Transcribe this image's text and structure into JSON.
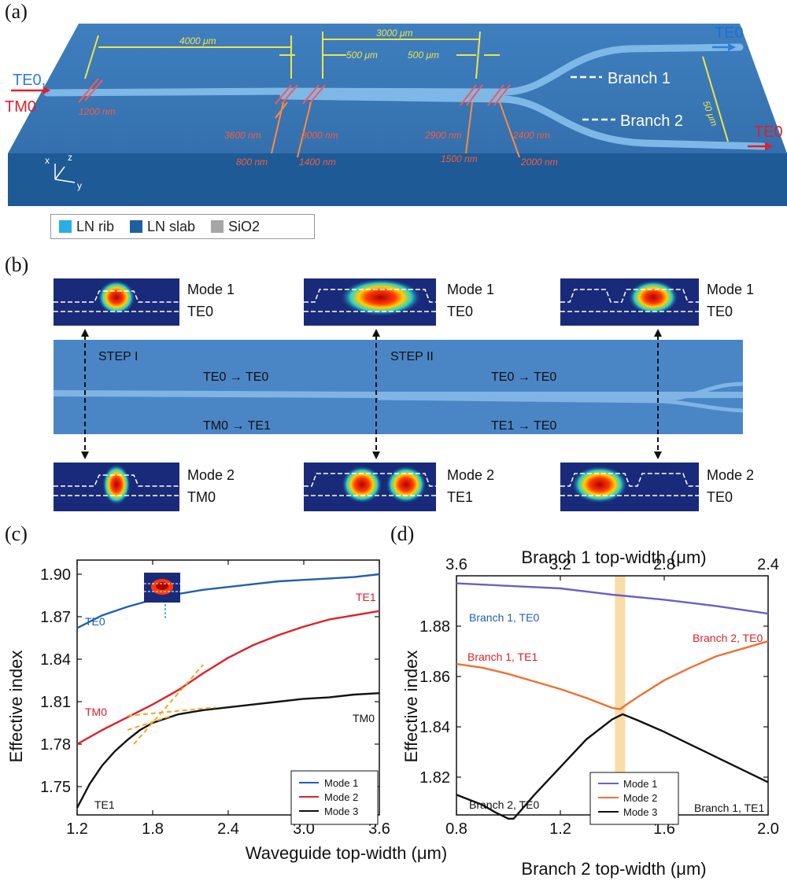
{
  "panels": {
    "a": "(a)",
    "b": "(b)",
    "c": "(c)",
    "d": "(d)"
  },
  "panel_a": {
    "inputs": {
      "te": "TE0,",
      "tm": "TM0"
    },
    "outputs": {
      "top": "TE0",
      "bottom": "TE0"
    },
    "branch1": "Branch 1",
    "branch2": "Branch 2",
    "dims": {
      "d4000": "4000 μm",
      "d3000": "3000 μm",
      "d500a": "500 μm",
      "d500b": "500 μm",
      "d50": "50 μm",
      "w1200": "1200 nm",
      "w3600": "3600 nm",
      "w800": "800 nm",
      "w3000": "3000 nm",
      "w1400": "1400 nm",
      "w2900": "2900 nm",
      "w1500": "1500 nm",
      "w2400": "2400 nm",
      "w2000": "2000 nm"
    },
    "axes": {
      "x": "x",
      "z": "z",
      "y": "y"
    },
    "legend": [
      {
        "label": "LN rib",
        "color": "#29aee8"
      },
      {
        "label": "LN slab",
        "color": "#1f5f9e"
      },
      {
        "label": "SiO2",
        "color": "#a6a6a6"
      }
    ]
  },
  "panel_b": {
    "modes_top": [
      {
        "name": "Mode 1",
        "mode": "TE0"
      },
      {
        "name": "Mode 1",
        "mode": "TE0"
      },
      {
        "name": "Mode 1",
        "mode": "TE0"
      }
    ],
    "modes_bottom": [
      {
        "name": "Mode 2",
        "mode": "TM0"
      },
      {
        "name": "Mode 2",
        "mode": "TE1"
      },
      {
        "name": "Mode 2",
        "mode": "TE0"
      }
    ],
    "step1": "STEP I",
    "step2": "STEP II",
    "conv1a": "TE0 → TE0",
    "conv1b": "TM0 → TE1",
    "conv2a": "TE0 → TE0",
    "conv2b": "TE1 → TE0"
  },
  "chart_data": [
    {
      "type": "line",
      "xlabel": "Waveguide top-width (μm)",
      "ylabel": "Effective index",
      "xlim": [
        1.2,
        3.6
      ],
      "ylim": [
        1.73,
        1.91
      ],
      "xticks": [
        1.2,
        1.8,
        2.4,
        3.0,
        3.6
      ],
      "yticks": [
        1.75,
        1.78,
        1.81,
        1.84,
        1.87,
        1.9
      ],
      "series": [
        {
          "name": "Mode 1",
          "color": "#1f5fb4",
          "x": [
            1.2,
            1.4,
            1.6,
            1.8,
            2.0,
            2.2,
            2.4,
            2.6,
            2.8,
            3.0,
            3.2,
            3.4,
            3.6
          ],
          "y": [
            1.862,
            1.871,
            1.877,
            1.882,
            1.886,
            1.889,
            1.891,
            1.893,
            1.895,
            1.896,
            1.897,
            1.898,
            1.9
          ]
        },
        {
          "name": "Mode 2",
          "color": "#e0202a",
          "x": [
            1.2,
            1.4,
            1.6,
            1.8,
            2.0,
            2.2,
            2.4,
            2.6,
            2.8,
            3.0,
            3.2,
            3.4,
            3.6
          ],
          "y": [
            1.78,
            1.79,
            1.799,
            1.808,
            1.818,
            1.83,
            1.841,
            1.85,
            1.857,
            1.863,
            1.868,
            1.871,
            1.874
          ]
        },
        {
          "name": "Mode 3",
          "color": "#111111",
          "x": [
            1.2,
            1.3,
            1.4,
            1.5,
            1.6,
            1.7,
            1.8,
            2.0,
            2.2,
            2.4,
            2.6,
            2.8,
            3.0,
            3.2,
            3.4,
            3.6
          ],
          "y": [
            1.735,
            1.752,
            1.765,
            1.775,
            1.783,
            1.79,
            1.795,
            1.801,
            1.804,
            1.806,
            1.808,
            1.81,
            1.812,
            1.813,
            1.815,
            1.816
          ]
        }
      ],
      "annotations": [
        {
          "text": "TE0",
          "series": "Mode 1"
        },
        {
          "text": "TE1",
          "series": "Mode 2"
        },
        {
          "text": "TM0",
          "series": "Mode 2"
        },
        {
          "text": "TM0",
          "series": "Mode 3"
        },
        {
          "text": "TE1",
          "series": "Mode 3"
        }
      ]
    },
    {
      "type": "line",
      "xlabel": "Branch 2 top-width (μm)",
      "x2label": "Branch 1 top-width (μm)",
      "ylabel": "Effective index",
      "xlim": [
        0.8,
        2.0
      ],
      "x2lim": [
        3.6,
        2.4
      ],
      "ylim": [
        1.805,
        1.9
      ],
      "xticks": [
        0.8,
        1.2,
        1.6,
        2.0
      ],
      "x2ticks": [
        3.6,
        3.2,
        2.8,
        2.4
      ],
      "yticks": [
        1.82,
        1.84,
        1.86,
        1.88
      ],
      "highlight_band": [
        1.41,
        1.45
      ],
      "series": [
        {
          "name": "Mode 1",
          "color": "#6a5fc8",
          "x": [
            0.8,
            1.0,
            1.2,
            1.4,
            1.6,
            1.8,
            2.0
          ],
          "y": [
            1.897,
            1.896,
            1.895,
            1.8925,
            1.8905,
            1.888,
            1.885
          ]
        },
        {
          "name": "Mode 2",
          "color": "#f07030",
          "x": [
            0.8,
            0.9,
            1.0,
            1.1,
            1.2,
            1.3,
            1.35,
            1.4,
            1.43,
            1.45,
            1.5,
            1.6,
            1.7,
            1.8,
            1.9,
            2.0
          ],
          "y": [
            1.865,
            1.8635,
            1.861,
            1.858,
            1.855,
            1.8515,
            1.8495,
            1.8475,
            1.847,
            1.8485,
            1.852,
            1.8585,
            1.8635,
            1.868,
            1.871,
            1.874
          ]
        },
        {
          "name": "Mode 3",
          "color": "#111111",
          "x": [
            0.8,
            0.85,
            0.9,
            0.95,
            1.0,
            1.02,
            1.05,
            1.1,
            1.2,
            1.3,
            1.4,
            1.44,
            1.5,
            1.6,
            1.7,
            1.8,
            1.9,
            2.0
          ],
          "y": [
            1.813,
            1.811,
            1.809,
            1.806,
            1.8035,
            1.8035,
            1.807,
            1.813,
            1.824,
            1.835,
            1.843,
            1.845,
            1.8425,
            1.838,
            1.833,
            1.828,
            1.823,
            1.818
          ]
        }
      ],
      "annotations": [
        {
          "text": "Branch 1, TE0",
          "series": "Mode 1"
        },
        {
          "text": "Branch 1, TE1",
          "series": "Mode 2"
        },
        {
          "text": "Branch 2, TE0",
          "series": "Mode 2"
        },
        {
          "text": "Branch 2, TE0",
          "series": "Mode 3"
        },
        {
          "text": "Branch 1, TE1",
          "series": "Mode 3"
        }
      ]
    }
  ]
}
